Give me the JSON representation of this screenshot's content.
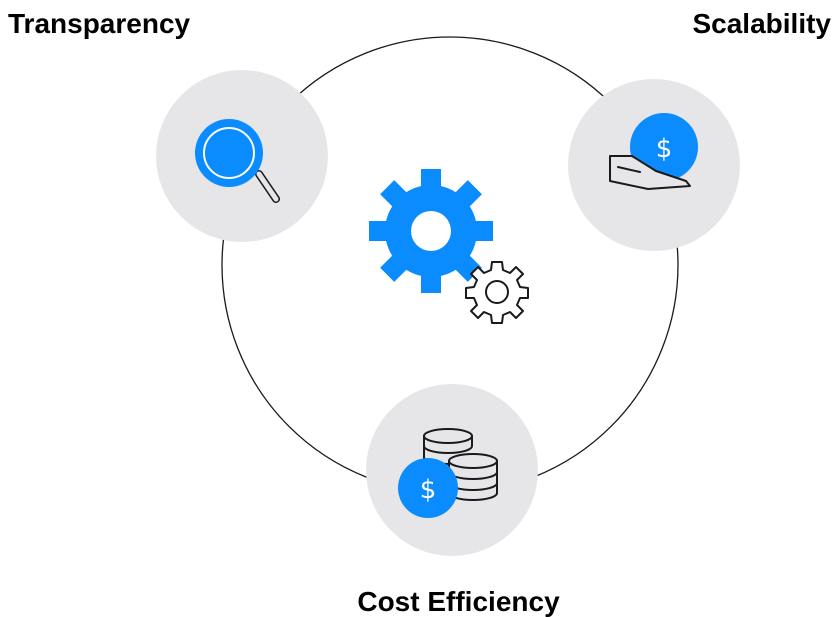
{
  "labels": {
    "transparency": "Transparency",
    "scalability": "Scalability",
    "cost_efficiency": "Cost Efficiency"
  },
  "icons": {
    "center": "gears-icon",
    "transparency": "magnifier-icon",
    "scalability": "hand-coin-icon",
    "cost_efficiency": "coin-stack-icon"
  },
  "colors": {
    "accent": "#0A8CFF",
    "node_fill": "#E6E6E8",
    "line": "#1A1A1A",
    "text": "#000000"
  }
}
